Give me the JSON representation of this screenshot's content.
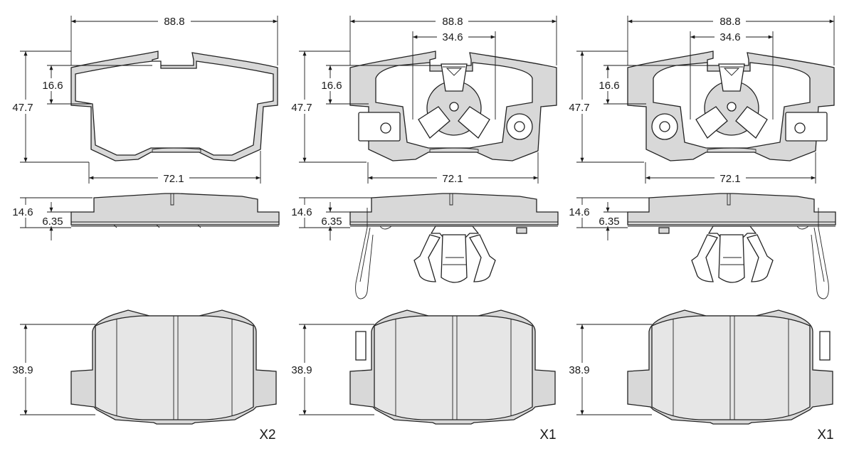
{
  "drawing": {
    "columns": [
      {
        "top_width": "88.8",
        "clip_width": "",
        "height": "47.7",
        "inner_height": "16.6",
        "bottom_width": "72.1",
        "side_total": "14.6",
        "side_backing": "6.35",
        "friction_height": "38.9",
        "quantity": "X2"
      },
      {
        "top_width": "88.8",
        "clip_width": "34.6",
        "height": "47.7",
        "inner_height": "16.6",
        "bottom_width": "72.1",
        "side_total": "14.6",
        "side_backing": "6.35",
        "friction_height": "38.9",
        "quantity": "X1"
      },
      {
        "top_width": "88.8",
        "clip_width": "34.6",
        "height": "47.7",
        "inner_height": "16.6",
        "bottom_width": "72.1",
        "side_total": "14.6",
        "side_backing": "6.35",
        "friction_height": "38.9",
        "quantity": "X1"
      }
    ]
  }
}
